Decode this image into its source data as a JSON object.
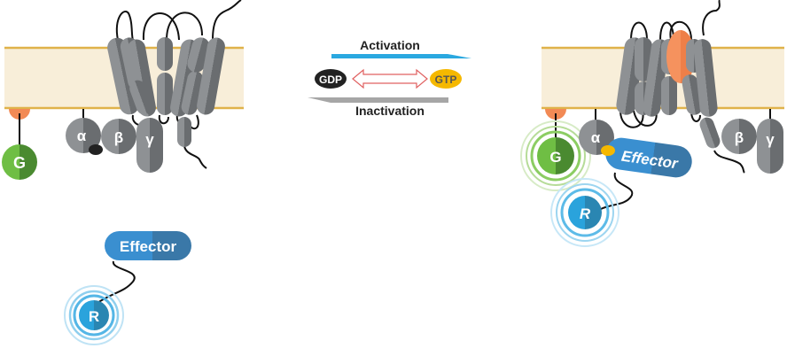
{
  "diagram": {
    "title": "G protein-coupled receptor activation cycle",
    "colors": {
      "membrane_fill": "#f8eed9",
      "membrane_edge": "#e0b24a",
      "helix_light": "#8e9194",
      "helix_dark": "#6a6d70",
      "lipid_anchor": "#f28a55",
      "ligand": "#f28a55",
      "g_green_light": "#6fbe44",
      "g_green_dark": "#4a8a30",
      "r_blue_light": "#2aa3dc",
      "r_blue_dark": "#2a86b2",
      "effector_light": "#3a8fd0",
      "effector_dark": "#3a78a8",
      "gdp_fill": "#222222",
      "gtp_fill": "#f5b800",
      "activation_arrow": "#2aa8e0",
      "inactivation_arrow": "#a6a6a6",
      "exchange_arrow": "#e06060"
    },
    "center": {
      "activation_label": "Activation",
      "inactivation_label": "Inactivation",
      "gdp_label": "GDP",
      "gtp_label": "GTP"
    },
    "inactive_state": {
      "g_label": "G",
      "alpha_label": "α",
      "beta_label": "β",
      "gamma_label": "γ",
      "effector_label": "Effector",
      "r_label": "R"
    },
    "active_state": {
      "g_label": "G",
      "alpha_label": "α",
      "beta_label": "β",
      "gamma_label": "γ",
      "effector_label": "Effector",
      "r_label": "R"
    }
  }
}
